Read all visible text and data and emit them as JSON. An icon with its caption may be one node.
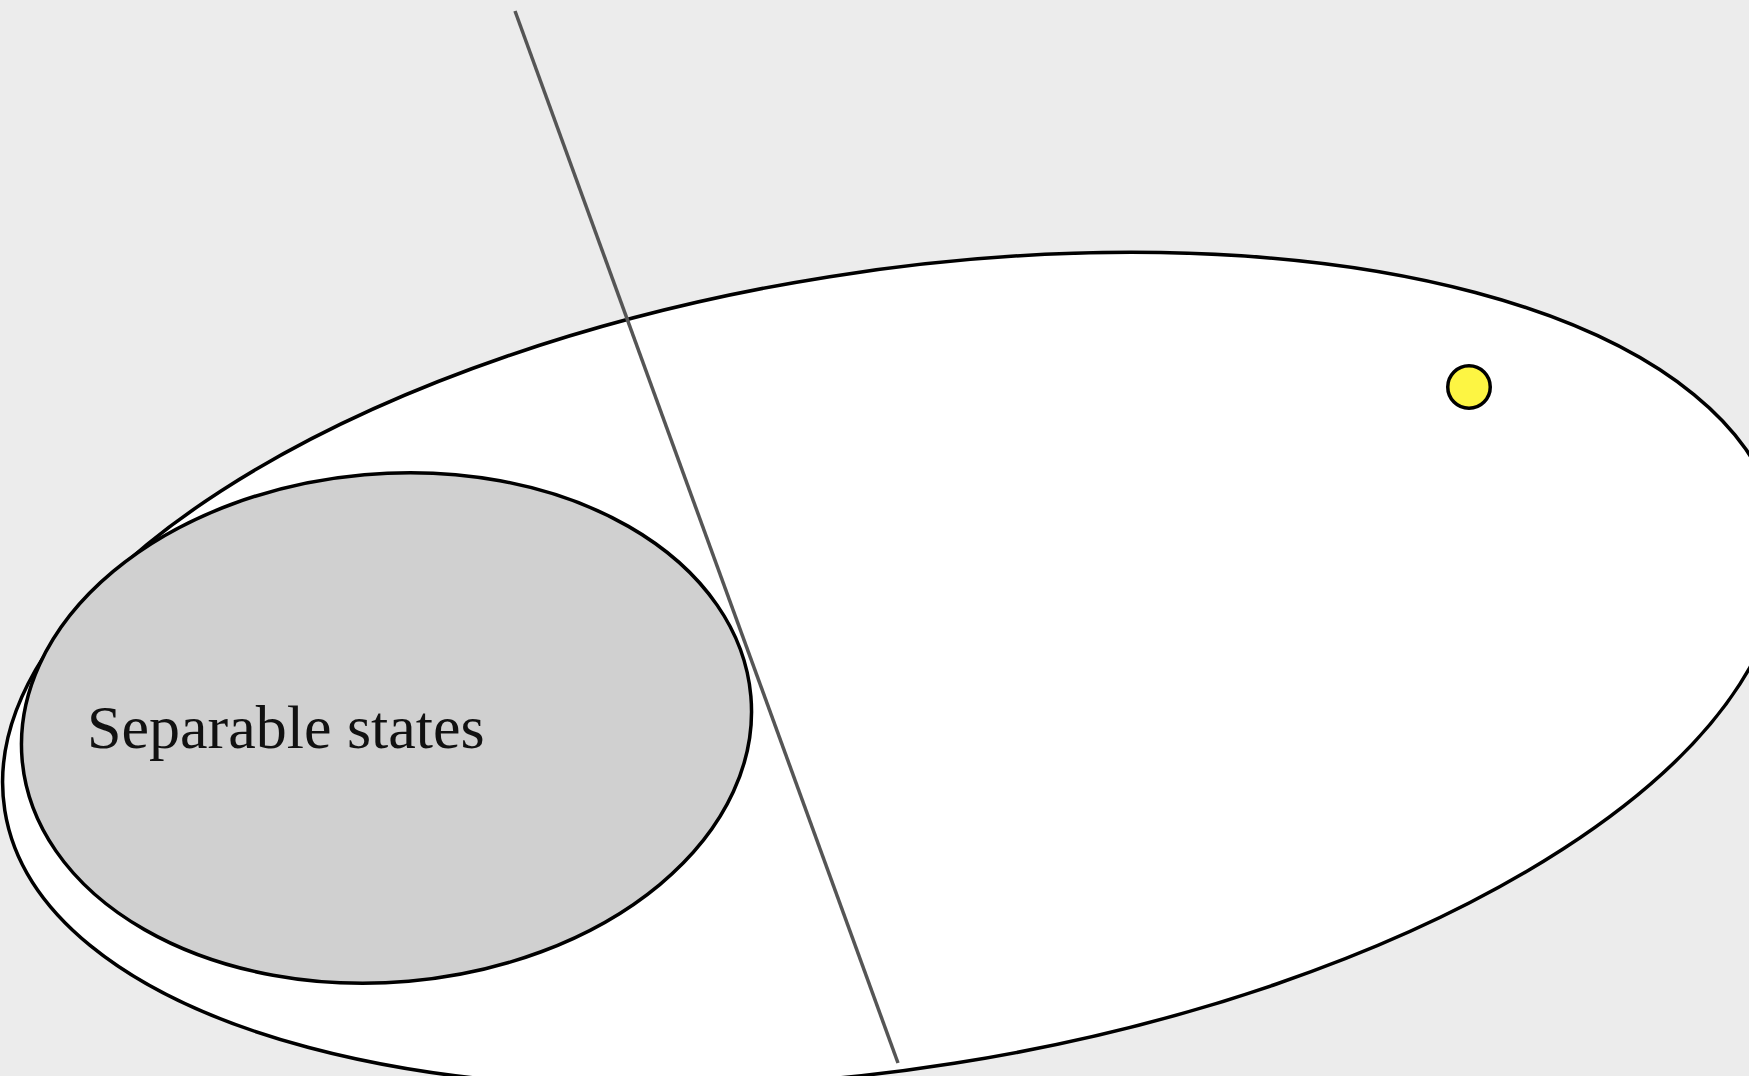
{
  "diagram": {
    "nodes": [
      {
        "text": [],
        "shape": "ellipse"
      },
      {
        "text": [
          "Separable states"
        ],
        "in": 0
      },
      {
        "text": [],
        "shape": "circle",
        "in": 0
      }
    ]
  }
}
